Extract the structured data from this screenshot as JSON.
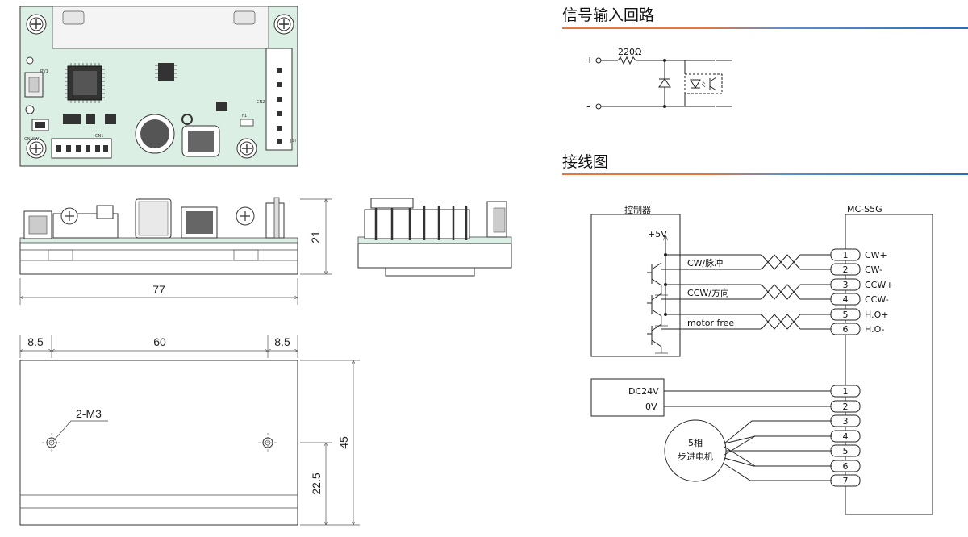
{
  "signal_circuit": {
    "title": "信号输入回路",
    "resistor": "220Ω",
    "plus": "+",
    "minus": "-"
  },
  "wiring": {
    "title": "接线图",
    "controller": "控制器",
    "driver": "MC-S5G",
    "vcc": "+5V",
    "signals": [
      "CW/脉冲",
      "CCW/方向",
      "motor free"
    ],
    "terminals_top": [
      {
        "num": "1",
        "label": "CW+"
      },
      {
        "num": "2",
        "label": "CW-"
      },
      {
        "num": "3",
        "label": "CCW+"
      },
      {
        "num": "4",
        "label": "CCW-"
      },
      {
        "num": "5",
        "label": "H.O+"
      },
      {
        "num": "6",
        "label": "H.O-"
      }
    ],
    "power_labels": [
      "DC24V",
      "0V"
    ],
    "terminals_bottom": [
      "1",
      "2",
      "3",
      "4",
      "5",
      "6",
      "7"
    ],
    "motor_line1": "5相",
    "motor_line2": "步进电机"
  },
  "drawing": {
    "height_side": "21",
    "length": "77",
    "dim_left": "8.5",
    "dim_center": "60",
    "dim_right": "8.5",
    "height_bottom": "45",
    "hole_offset": "22.5",
    "hole_label": "2-M3"
  },
  "pcb": {
    "silk": [
      "RV1",
      "SW1",
      "CN1",
      "CN2",
      "F1",
      "ON",
      "JST"
    ]
  },
  "colors": {
    "pcb": "#dcefe4",
    "accent_gradient_start": "#e8753a",
    "accent_gradient_end": "#2a6db8"
  }
}
